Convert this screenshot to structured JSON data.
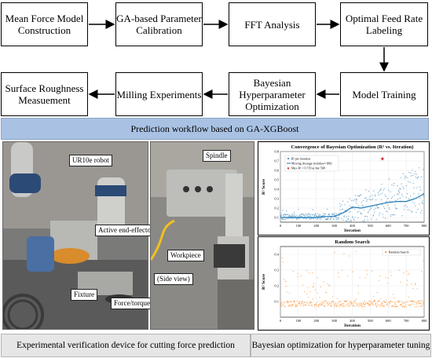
{
  "workflow": {
    "steps": [
      "Mean Force Model Construction",
      "GA-based Parameter Calibration",
      "FFT Analysis",
      "Optimal Feed Rate Labeling",
      "Model Training",
      "Bayesian Hyperparameter Optimization",
      "Milling Experiments",
      "Surface Roughness Measuement"
    ]
  },
  "banner": {
    "title": "Prediction workflow based on GA-XGBoost"
  },
  "photos": {
    "left_labels": {
      "robot": "UR10e robot",
      "effector": "Active end-effector",
      "fixture": "Fixture",
      "sensor": "Force/torque sensor"
    },
    "right_labels": {
      "spindle": "Spindle",
      "workpiece": "Workpiece",
      "side": "(Side view)"
    }
  },
  "chart_data": [
    {
      "type": "scatter",
      "title": "Convergence of Bayesian Optimization (R² vs. Iteration)",
      "xlabel": "Iteration",
      "ylabel": "R² Score",
      "xlim": [
        0,
        800
      ],
      "ylim": [
        0.05,
        0.8
      ],
      "xticks": [
        0,
        100,
        200,
        300,
        400,
        500,
        600,
        700,
        800
      ],
      "yticks": [
        0.1,
        0.2,
        0.3,
        0.4,
        0.5,
        0.6,
        0.7,
        0.8
      ],
      "legend": [
        "R² per iteration",
        "Moving Average (window=100)",
        "Max R² = 0.719 at Iter 568"
      ],
      "max_point": {
        "x": 568,
        "y": 0.719
      },
      "moving_average": [
        {
          "x": 0,
          "y": 0.1
        },
        {
          "x": 100,
          "y": 0.1
        },
        {
          "x": 200,
          "y": 0.1
        },
        {
          "x": 250,
          "y": 0.11
        },
        {
          "x": 300,
          "y": 0.11
        },
        {
          "x": 350,
          "y": 0.15
        },
        {
          "x": 400,
          "y": 0.21
        },
        {
          "x": 450,
          "y": 0.2
        },
        {
          "x": 500,
          "y": 0.22
        },
        {
          "x": 550,
          "y": 0.24
        },
        {
          "x": 600,
          "y": 0.26
        },
        {
          "x": 650,
          "y": 0.27
        },
        {
          "x": 700,
          "y": 0.27
        },
        {
          "x": 750,
          "y": 0.3
        },
        {
          "x": 800,
          "y": 0.35
        }
      ],
      "legend_position": "upper-left",
      "color": "#1f77b4",
      "max_color": "#d62728"
    },
    {
      "type": "scatter",
      "title": "Random Search",
      "xlabel": "Iteration",
      "ylabel": "R² Score",
      "xlim": [
        0,
        800
      ],
      "ylim": [
        0,
        0.45
      ],
      "xticks": [
        0,
        100,
        200,
        300,
        400,
        500,
        600,
        700,
        800
      ],
      "yticks": [
        0.1,
        0.2,
        0.3,
        0.4
      ],
      "legend": [
        "Random Search"
      ],
      "legend_position": "upper-right",
      "color": "#ff7f0e"
    }
  ],
  "footer": {
    "left": "Experimental verification device for cutting force prediction",
    "right": "Bayesian optimization for hyperparameter tuning"
  }
}
